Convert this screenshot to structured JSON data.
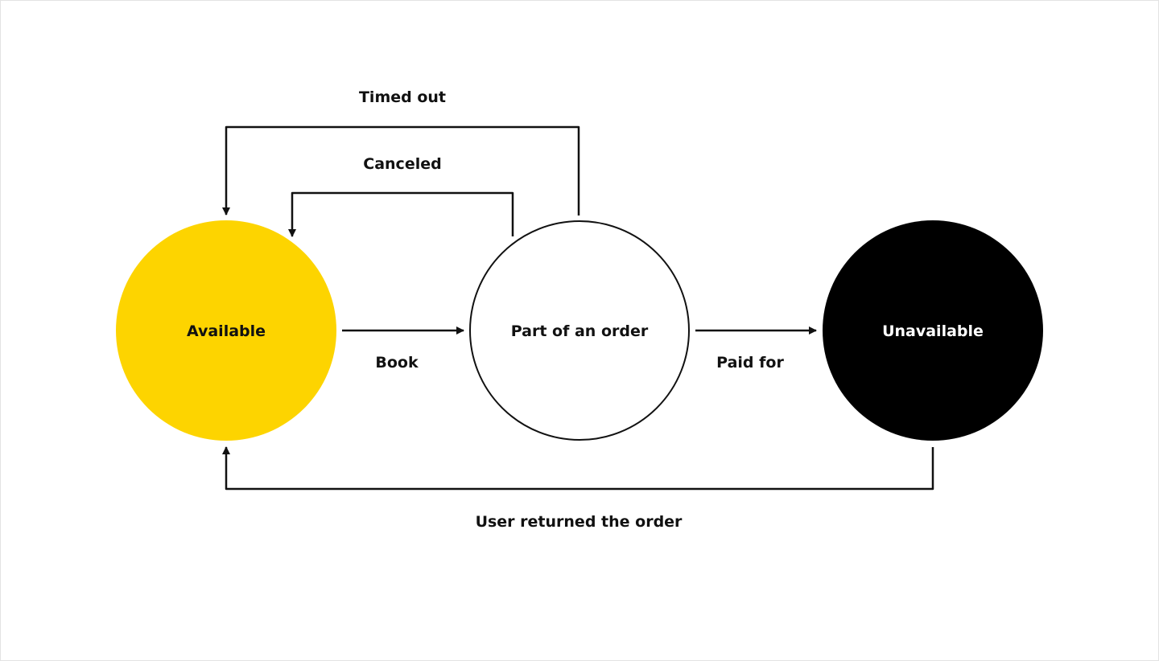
{
  "states": {
    "available": {
      "label": "Available",
      "fill": "#FDD400",
      "text_color": "#111111"
    },
    "order": {
      "label": "Part of an order",
      "fill": "#FFFFFF",
      "text_color": "#111111"
    },
    "unavailable": {
      "label": "Unavailable",
      "fill": "#000000",
      "text_color": "#FFFFFF"
    }
  },
  "transitions": {
    "book": "Book",
    "paid_for": "Paid for",
    "canceled": "Canceled",
    "timed_out": "Timed out",
    "returned": "User returned the order"
  },
  "colors": {
    "line": "#111111",
    "border": "#E3E3E3"
  }
}
